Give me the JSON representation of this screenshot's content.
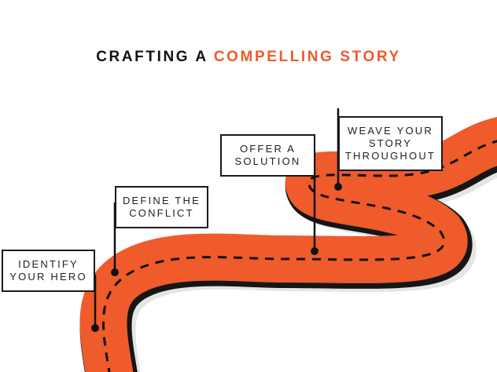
{
  "title": {
    "part1": "CRAFTING A",
    "part2": "COMPELLING STORY"
  },
  "colors": {
    "road": "#ef5b2b",
    "road_shadow": "#e5e5e5",
    "road_edge": "#161616",
    "dash": "#111111",
    "accent": "#ef5b2b",
    "text": "#111111"
  },
  "milestones": [
    {
      "label": "IDENTIFY\nYOUR HERO"
    },
    {
      "label": "DEFINE THE\nCONFLICT"
    },
    {
      "label": "OFFER A\nSOLUTION"
    },
    {
      "label": "WEAVE YOUR\nSTORY\nTHROUGHOUT"
    }
  ]
}
